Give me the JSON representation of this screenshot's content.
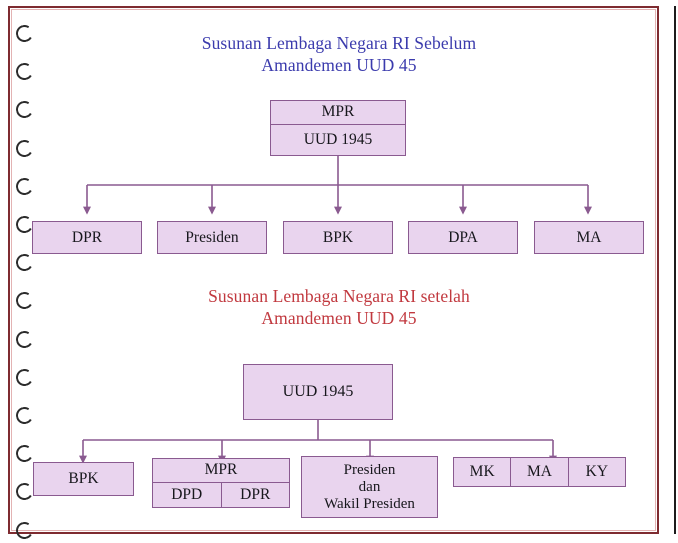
{
  "page": {
    "background": "#ffffff",
    "frame_color": "#7e2b30",
    "frame_inner_color": "#e3b3b3",
    "hole_count": 14
  },
  "theme": {
    "box_fill": "#e9d4ee",
    "box_border": "#8a5a90",
    "connector_color": "#8a5a90",
    "title_1_color": "#3b3bad",
    "title_2_color": "#c1393f",
    "text_color": "#17171c"
  },
  "chart_data": {
    "type": "diagram",
    "subtype": "organizational-hierarchy",
    "title": "Susunan Lembaga Negara RI Sebelum dan Setelah Amandemen UUD 45",
    "diagrams": [
      {
        "id": "before-amendment",
        "title_line_1": "Susunan Lembaga Negara RI Sebelum",
        "title_line_2": "Amandemen UUD 45",
        "title_color": "#3b3bad",
        "root": {
          "id": "mpr-root",
          "header": "MPR",
          "sub": "UUD 1945"
        },
        "children": [
          "DPR",
          "Presiden",
          "BPK",
          "DPA",
          "MA"
        ],
        "edges": [
          {
            "from": "MPR",
            "to": "DPR"
          },
          {
            "from": "MPR",
            "to": "Presiden"
          },
          {
            "from": "MPR",
            "to": "BPK"
          },
          {
            "from": "MPR",
            "to": "DPA"
          },
          {
            "from": "MPR",
            "to": "MA"
          }
        ]
      },
      {
        "id": "after-amendment",
        "title_line_1": "Susunan Lembaga Negara RI setelah",
        "title_line_2": "Amandemen UUD 45",
        "title_color": "#c1393f",
        "root": {
          "id": "uud-root",
          "label": "UUD 1945"
        },
        "children": [
          "BPK",
          "MPR (DPD, DPR)",
          "Presiden dan Wakil Presiden",
          "MK / MA / KY"
        ],
        "edges": [
          {
            "from": "UUD 1945",
            "to": "BPK"
          },
          {
            "from": "UUD 1945",
            "to": "MPR"
          },
          {
            "from": "UUD 1945",
            "to": "Presiden dan Wakil Presiden"
          },
          {
            "from": "UUD 1945",
            "to": "MA"
          }
        ]
      }
    ]
  },
  "diagram_top": {
    "title_line_1": "Susunan Lembaga Negara RI Sebelum",
    "title_line_2": "Amandemen UUD 45",
    "root": {
      "header": "MPR",
      "sub": "UUD 1945"
    },
    "nodes": [
      {
        "label": "DPR"
      },
      {
        "label": "Presiden"
      },
      {
        "label": "BPK"
      },
      {
        "label": "DPA"
      },
      {
        "label": "MA"
      }
    ]
  },
  "diagram_bottom": {
    "title_line_1": "Susunan Lembaga Negara RI setelah",
    "title_line_2": "Amandemen UUD 45",
    "root": {
      "label": "UUD 1945"
    },
    "nodes": {
      "bpk": {
        "label": "BPK"
      },
      "mpr": {
        "header": "MPR",
        "cells": [
          {
            "label": "DPD"
          },
          {
            "label": "DPR"
          }
        ]
      },
      "presiden": {
        "line_1": "Presiden",
        "line_2": "dan",
        "line_3": "Wakil Presiden"
      },
      "judiciary": {
        "cells": [
          {
            "label": "MK"
          },
          {
            "label": "MA"
          },
          {
            "label": "KY"
          }
        ]
      }
    }
  }
}
